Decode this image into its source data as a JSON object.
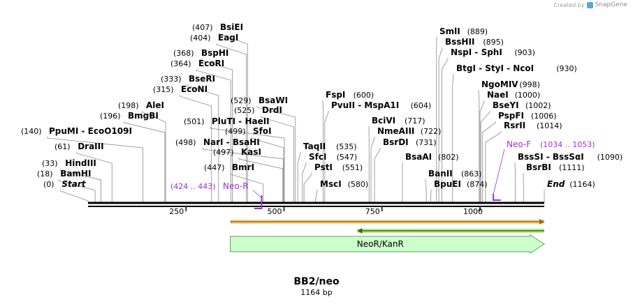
{
  "brand": {
    "prefix": "Created by",
    "name": "SnapGene"
  },
  "sequence": {
    "name": "BB2/neo",
    "length_label": "1164 bp",
    "length": 1164
  },
  "ruler": {
    "ticks": [
      250,
      500,
      750,
      1000
    ],
    "start_label": "Start",
    "end_label": "End"
  },
  "sites": [
    {
      "text": "(0)",
      "enzymes": [
        "Start"
      ],
      "pos": 0
    },
    {
      "text": "(18)",
      "enzymes": [
        "BamHI"
      ],
      "pos": 18
    },
    {
      "text": "(33)",
      "enzymes": [
        "HindIII"
      ],
      "pos": 33
    },
    {
      "text": "(61)",
      "enzymes": [
        "DraIII"
      ],
      "pos": 61
    },
    {
      "text": "(140)",
      "enzymes": [
        "PpuMI",
        "EcoO109I"
      ],
      "pos": 140
    },
    {
      "text": "(196)",
      "enzymes": [
        "BmgBI"
      ],
      "pos": 196
    },
    {
      "text": "(198)",
      "enzymes": [
        "AleI"
      ],
      "pos": 198
    },
    {
      "text": "(315)",
      "enzymes": [
        "EcoNI"
      ],
      "pos": 315
    },
    {
      "text": "(333)",
      "enzymes": [
        "BseRI"
      ],
      "pos": 333
    },
    {
      "text": "(364)",
      "enzymes": [
        "EcoRI"
      ],
      "pos": 364
    },
    {
      "text": "(368)",
      "enzymes": [
        "BspHI"
      ],
      "pos": 368
    },
    {
      "text": "(404)",
      "enzymes": [
        "EagI"
      ],
      "pos": 404
    },
    {
      "text": "(407)",
      "enzymes": [
        "BsiEI"
      ],
      "pos": 407
    },
    {
      "text": "(447)",
      "enzymes": [
        "BmrI"
      ],
      "pos": 447
    },
    {
      "text": "(497)",
      "enzymes": [
        "KasI"
      ],
      "pos": 497
    },
    {
      "text": "(498)",
      "enzymes": [
        "NarI",
        "BsaHI"
      ],
      "pos": 498
    },
    {
      "text": "(499)",
      "enzymes": [
        "SfoI"
      ],
      "pos": 499
    },
    {
      "text": "(501)",
      "enzymes": [
        "PluTI",
        "HaeII"
      ],
      "pos": 501
    },
    {
      "text": "(525)",
      "enzymes": [
        "DrdI"
      ],
      "pos": 525
    },
    {
      "text": "(529)",
      "enzymes": [
        "BsaWI"
      ],
      "pos": 529
    },
    {
      "text": "(535)",
      "enzymes": [
        "TaqII"
      ],
      "pos": 535
    },
    {
      "text": "(547)",
      "enzymes": [
        "SfcI"
      ],
      "pos": 547
    },
    {
      "text": "(551)",
      "enzymes": [
        "PstI"
      ],
      "pos": 551
    },
    {
      "text": "(580)",
      "enzymes": [
        "MscI"
      ],
      "pos": 580
    },
    {
      "text": "(600)",
      "enzymes": [
        "FspI"
      ],
      "pos": 600
    },
    {
      "text": "(604)",
      "enzymes": [
        "PvuII",
        "MspA1I"
      ],
      "pos": 604
    },
    {
      "text": "(717)",
      "enzymes": [
        "BciVI"
      ],
      "pos": 717
    },
    {
      "text": "(722)",
      "enzymes": [
        "NmeAIII"
      ],
      "pos": 722
    },
    {
      "text": "(731)",
      "enzymes": [
        "BsrDI"
      ],
      "pos": 731
    },
    {
      "text": "(802)",
      "enzymes": [
        "BsaAI"
      ],
      "pos": 802
    },
    {
      "text": "(863)",
      "enzymes": [
        "BanII"
      ],
      "pos": 863
    },
    {
      "text": "(874)",
      "enzymes": [
        "BpuEI"
      ],
      "pos": 874
    },
    {
      "text": "(889)",
      "enzymes": [
        "SmlI"
      ],
      "pos": 889
    },
    {
      "text": "(895)",
      "enzymes": [
        "BssHII"
      ],
      "pos": 895
    },
    {
      "text": "(903)",
      "enzymes": [
        "NspI",
        "SphI"
      ],
      "pos": 903
    },
    {
      "text": "(930)",
      "enzymes": [
        "BtgI",
        "StyI",
        "NcoI"
      ],
      "pos": 930
    },
    {
      "text": "(998)",
      "enzymes": [
        "NgoMIV"
      ],
      "pos": 998
    },
    {
      "text": "(1000)",
      "enzymes": [
        "NaeI"
      ],
      "pos": 1000
    },
    {
      "text": "(1002)",
      "enzymes": [
        "BseYI"
      ],
      "pos": 1002
    },
    {
      "text": "(1006)",
      "enzymes": [
        "PspFI"
      ],
      "pos": 1006
    },
    {
      "text": "(1014)",
      "enzymes": [
        "RsrII"
      ],
      "pos": 1014
    },
    {
      "text": "(1090)",
      "enzymes": [
        "BssSI",
        "BssSαI"
      ],
      "pos": 1090
    },
    {
      "text": "(1111)",
      "enzymes": [
        "BsrBI"
      ],
      "pos": 1111
    },
    {
      "text": "(1164)",
      "enzymes": [
        "End"
      ],
      "pos": 1164
    }
  ],
  "primers": [
    {
      "name": "Neo-R",
      "range": "(424 .. 443)",
      "start": 424,
      "end": 443,
      "direction": "reverse",
      "color": "#9b30d9"
    },
    {
      "name": "Neo-F",
      "range": "(1034 .. 1053)",
      "start": 1034,
      "end": 1053,
      "direction": "forward",
      "color": "#9b30d9"
    }
  ],
  "features": [
    {
      "name": "",
      "type": "orf",
      "start": 370,
      "end": 1164,
      "direction": "forward",
      "color": "#f5a623",
      "outline": "#8a6d1e"
    },
    {
      "name": "",
      "type": "orf",
      "start": 680,
      "end": 1164,
      "direction": "reverse",
      "color": "#7ed321",
      "outline": "#3d6b10"
    },
    {
      "name": "NeoR/KanR",
      "type": "CDS",
      "start": 370,
      "end": 1164,
      "direction": "forward",
      "color": "#ccffcc",
      "outline": "#6a9a6a"
    }
  ],
  "colors": {
    "primer": "#9b30d9",
    "backbone": "#000000",
    "leader": "#8a8a8a"
  }
}
